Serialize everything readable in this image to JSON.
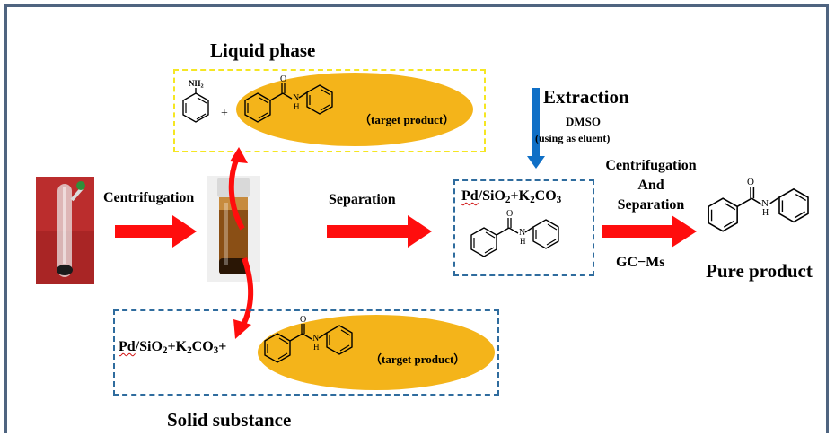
{
  "labels": {
    "liquid_phase": "Liquid phase",
    "solid_substance": "Solid substance",
    "extraction": "Extraction",
    "dmso": "DMSO",
    "eluent": "(using as eluent)",
    "centrifugation_left": "Centrifugation",
    "separation": "Separation",
    "cent_line1": "Centrifugation",
    "cent_line2": "And",
    "cent_line3": "Separation",
    "gcms": "GC−Ms",
    "pure_product": "Pure product",
    "target_product_top": "（target product）",
    "target_product_bottom": "（target product）",
    "plus_sign": "+",
    "catalyst_mid_pd": "Pd",
    "catalyst_mid_rest": "/SiO",
    "catalyst_mid_2": "2",
    "catalyst_mid_k": "+K",
    "catalyst_mid_k2": "2",
    "catalyst_mid_co": "CO",
    "catalyst_mid_3": "3",
    "catalyst_bot_pd": "Pd",
    "catalyst_bot_rest": "/SiO",
    "catalyst_bot_2": "2",
    "catalyst_bot_k": "+K",
    "catalyst_bot_k2": "2",
    "catalyst_bot_co": "CO",
    "catalyst_bot_3": "3",
    "catalyst_bot_plus": "+"
  },
  "atoms": {
    "nh2": "NH",
    "nh2_sub": "2",
    "o": "O",
    "n": "N",
    "h": "H"
  },
  "colors": {
    "arrow_red": "#ff0d0d",
    "arrow_blue": "#0f6fc6",
    "ellipse_orange": "#f4b41a",
    "liquid_border": "#f5e623",
    "box_border": "#2f6c9e",
    "frame_border": "#4f6480"
  }
}
